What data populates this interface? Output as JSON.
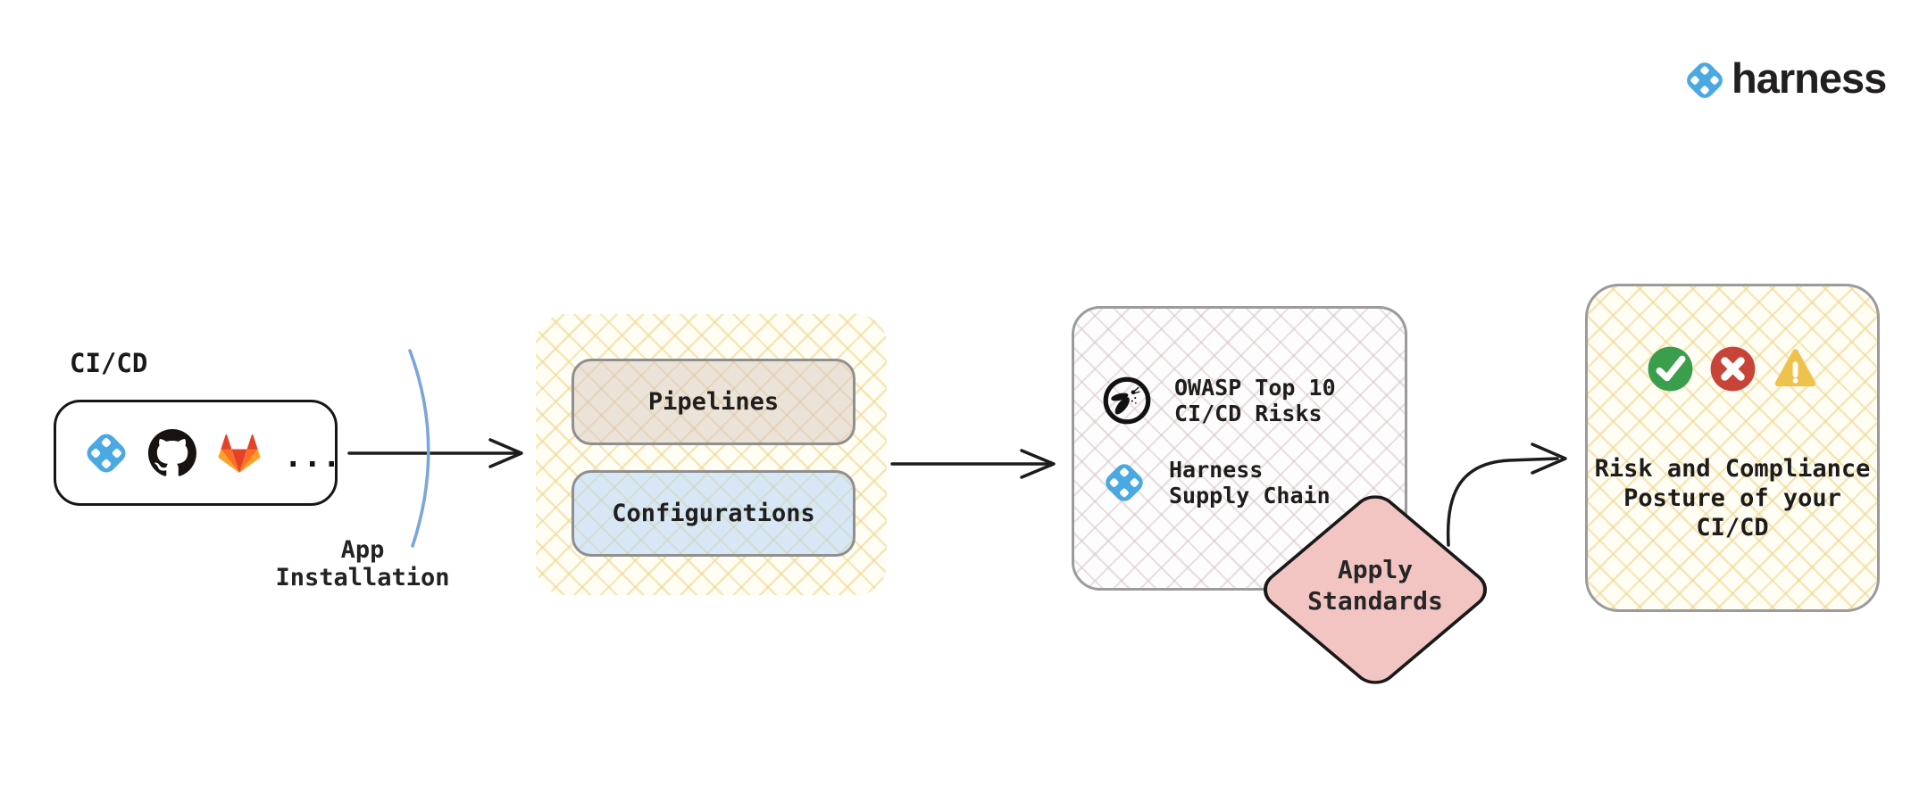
{
  "brand": {
    "wordmark": "harness"
  },
  "source": {
    "label": "CI/CD",
    "providers": [
      "harness-icon",
      "github-icon",
      "gitlab-icon"
    ],
    "more_label": "..."
  },
  "app_installation": {
    "line1": "App",
    "line2": "Installation"
  },
  "group": {
    "pipelines_label": "Pipelines",
    "configurations_label": "Configurations"
  },
  "standards": {
    "owasp_line1": "OWASP Top 10",
    "owasp_line2": "CI/CD Risks",
    "harness_line1": "Harness",
    "harness_line2": "Supply Chain"
  },
  "diamond": {
    "line1": "Apply",
    "line2": "Standards"
  },
  "result": {
    "line1": "Risk and Compliance",
    "line2": "Posture of your",
    "line3": "CI/CD",
    "status_icons": [
      "check-icon",
      "cross-icon",
      "warning-icon"
    ]
  },
  "colors": {
    "harness_blue": "#4aa9e2",
    "diamond_pink": "#f2c5c2",
    "success_green": "#3b9e4d",
    "error_red": "#c94438",
    "warning_yellow": "#eec24c",
    "pipelines_fill": "#ece3d8",
    "configurations_fill": "#d8e7f5",
    "hatch_yellow_line": "#eed484",
    "hatch_gray_line": "#d0bcbc"
  }
}
